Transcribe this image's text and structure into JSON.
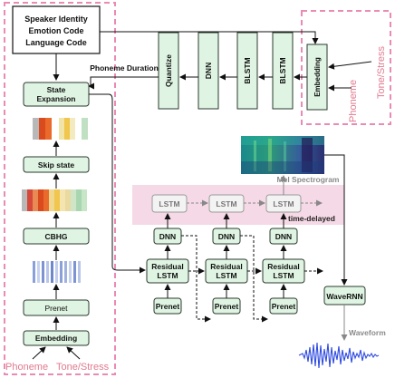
{
  "speaker_box": {
    "line1": "Speaker Identity",
    "line2": "Emotion Code",
    "line3": "Language Code"
  },
  "phoneme_duration_label": "Phoneme Duration",
  "duration_modules": [
    "Quantize",
    "DNN",
    "BLSTM",
    "BLSTM",
    "Embedding"
  ],
  "duration_inputs": {
    "left": "Phoneme",
    "right": "Tone/Stress"
  },
  "encoder_modules": {
    "state_expansion": {
      "line1": "State",
      "line2": "Expansion"
    },
    "skip_state": "Skip state",
    "cbhg": "CBHG",
    "prenet": "Prenet",
    "embedding": "Embedding"
  },
  "encoder_inputs": {
    "left": "Phoneme",
    "right": "Tone/Stress"
  },
  "decoder": {
    "lstm_label": "LSTM",
    "time_delayed_label": "time-delayed",
    "dnn_label": "DNN",
    "residual_line1": "Residual",
    "residual_line2": "LSTM",
    "prenet_label": "Prenet"
  },
  "mel_label": "Mel Spectrogram",
  "vocoder_label": "WaveRNN",
  "waveform_label": "Waveform",
  "colors": {
    "box_fill": "#dff4e2",
    "box_stroke": "#2b3a2e",
    "dashed_pink": "#e98bb5",
    "pink_label": "#e07a8f",
    "gray_label": "#8a8a8a",
    "band_fill": "#f6d9e6",
    "waveform": "#2f4be0"
  }
}
